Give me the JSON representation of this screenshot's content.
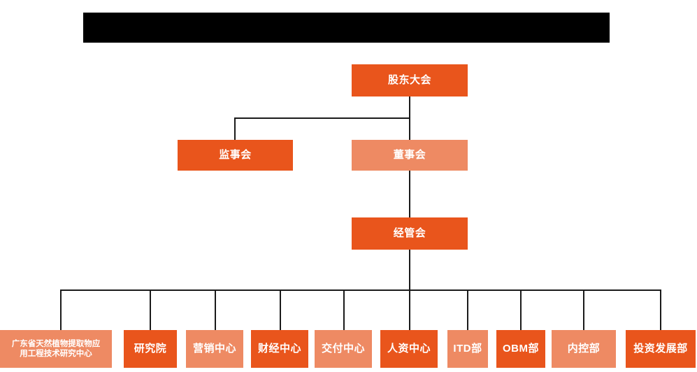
{
  "diagram": {
    "title_bar": {
      "name": "redacted-title-bar",
      "text": ""
    },
    "colors": {
      "dark_orange": "#E9551C",
      "light_orange": "#EE8A63",
      "connector": "#1A1A1A",
      "text": "#FFFFFF",
      "background": "#FFFFFF",
      "redaction": "#000000"
    },
    "levels": {
      "level1": [
        {
          "id": "shareholders-meeting",
          "label": "股东大会",
          "shade": "dark"
        }
      ],
      "level2": [
        {
          "id": "board-of-supervisors",
          "label": "监事会",
          "shade": "dark"
        },
        {
          "id": "board-of-directors",
          "label": "董事会",
          "shade": "light"
        }
      ],
      "level3": [
        {
          "id": "management-committee",
          "label": "经管会",
          "shade": "dark"
        }
      ],
      "departments": [
        {
          "id": "guangdong-research-center",
          "label": "广东省天然植物提取物应用工程技术研究中心",
          "line1": "广东省天然植物提取物应",
          "line2": "用工程技术研究中心",
          "shade": "light"
        },
        {
          "id": "research-institute",
          "label": "研究院",
          "shade": "dark"
        },
        {
          "id": "marketing-center",
          "label": "营销中心",
          "shade": "light"
        },
        {
          "id": "finance-center",
          "label": "财经中心",
          "shade": "dark"
        },
        {
          "id": "delivery-center",
          "label": "交付中心",
          "shade": "light"
        },
        {
          "id": "hr-center",
          "label": "人资中心",
          "shade": "dark"
        },
        {
          "id": "itd-department",
          "label": "ITD部",
          "shade": "light"
        },
        {
          "id": "obm-department",
          "label": "OBM部",
          "shade": "dark"
        },
        {
          "id": "internal-control-department",
          "label": "内控部",
          "shade": "light"
        },
        {
          "id": "investment-development-department",
          "label": "投资发展部",
          "shade": "dark"
        }
      ]
    }
  }
}
